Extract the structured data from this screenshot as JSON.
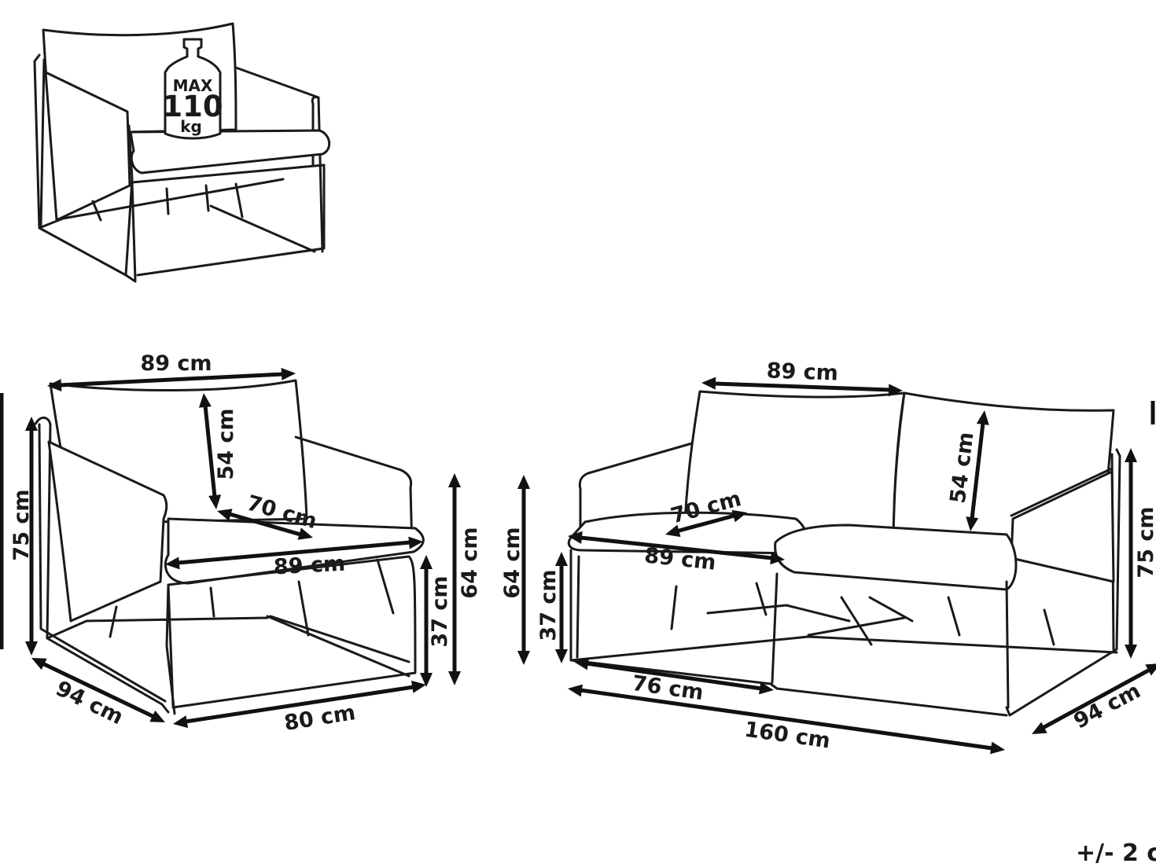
{
  "weight_badge": {
    "line1": "MAX",
    "line2": "110",
    "line3": "kg"
  },
  "armchair": {
    "backrest_width": "89 cm",
    "backrest_height": "54 cm",
    "total_height": "75 cm",
    "seat_depth": "70 cm",
    "seat_width": "89 cm",
    "armrest_height": "64 cm",
    "seat_height": "37 cm",
    "depth": "94 cm",
    "width": "80 cm"
  },
  "sofa": {
    "backrest_width": "89 cm",
    "backrest_height": "54 cm",
    "total_height": "75 cm",
    "seat_depth": "70 cm",
    "seat_width": "89 cm",
    "armrest_height": "64 cm",
    "seat_height": "37 cm",
    "module_width": "76 cm",
    "total_width": "160 cm",
    "depth": "94 cm"
  },
  "tolerance_note": "+/- 2 c"
}
